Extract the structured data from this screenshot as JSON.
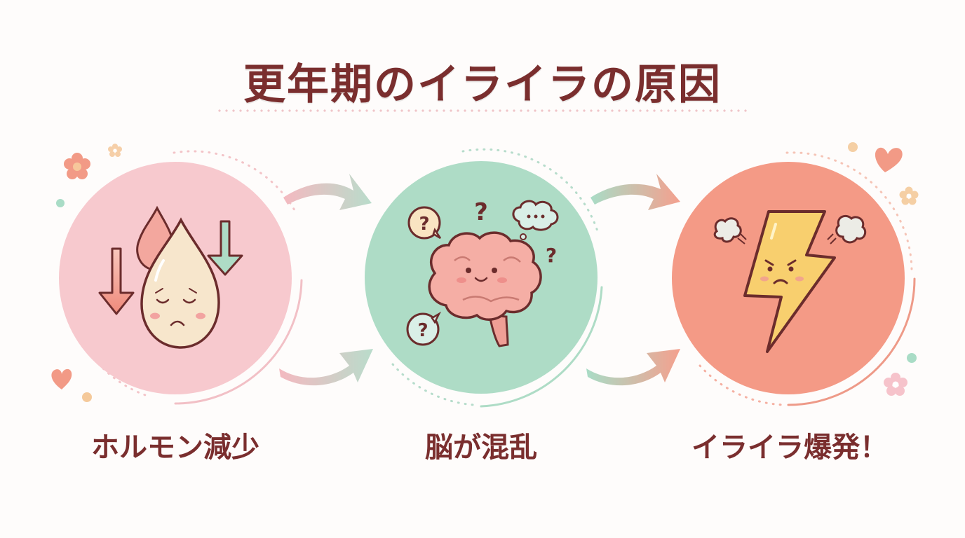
{
  "title": "更年期のイライラの原因",
  "steps": [
    {
      "label": "ホルモン減少",
      "icon": "hormone-drop-sad-icon",
      "circle_color": "#f7c9ce"
    },
    {
      "label": "脳が混乱",
      "icon": "confused-brain-icon",
      "circle_color": "#aedcc6"
    },
    {
      "label": "イライラ爆発！",
      "icon": "angry-lightning-icon",
      "circle_color": "#f49a86"
    }
  ],
  "colors": {
    "title": "#7a2e2e",
    "pink": "#f7c9ce",
    "mint": "#aedcc6",
    "coral": "#f49a86",
    "outline": "#6b2c2c"
  }
}
